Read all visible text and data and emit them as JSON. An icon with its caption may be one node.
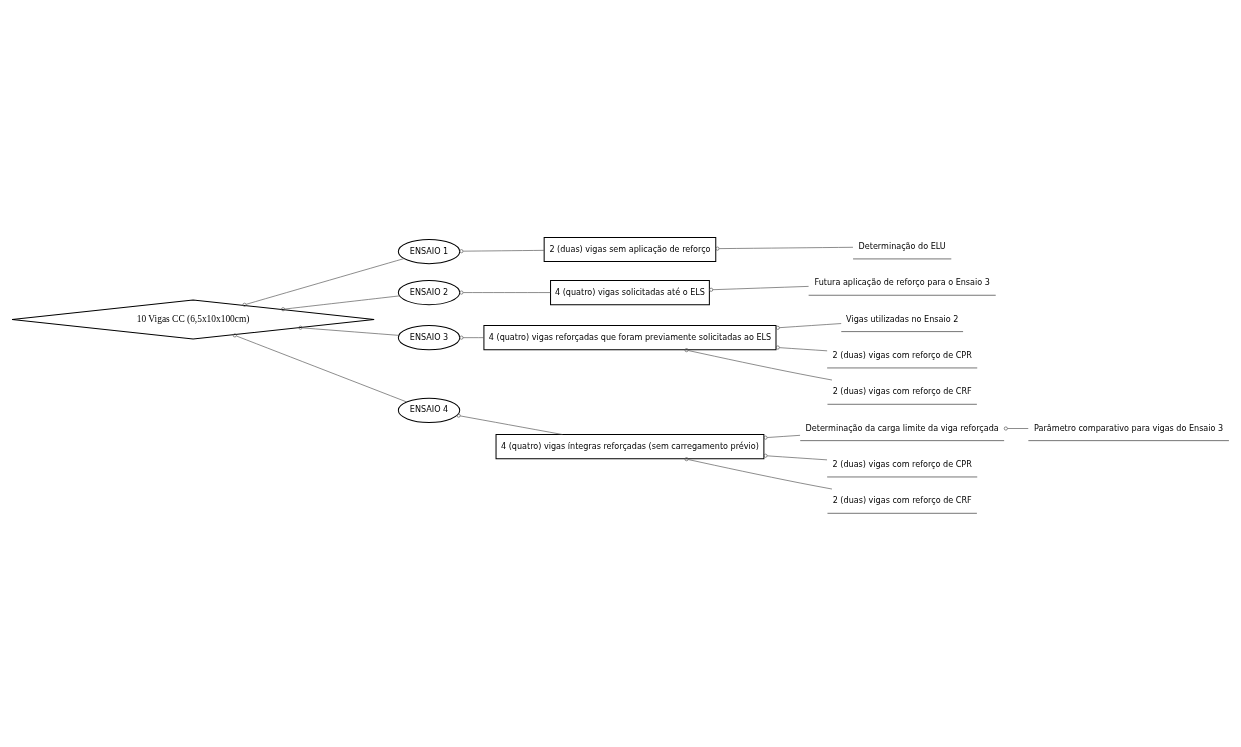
{
  "diagram": {
    "nodes": [
      {
        "text": [
          "10 Vigas CC (6,5x10x100cm)"
        ]
      },
      {
        "text": [
          "ENSAIO 1"
        ]
      },
      {
        "text": [
          "2 (duas) vigas sem aplicação de reforço"
        ]
      },
      {
        "text": [
          "Determinação do ELU"
        ]
      },
      {
        "text": [
          "ENSAIO 2"
        ]
      },
      {
        "text": [
          "4 (quatro) vigas solicitadas até o ELS"
        ]
      },
      {
        "text": [
          "Futura aplicação de reforço para o Ensaio 3"
        ]
      },
      {
        "text": [
          "ENSAIO 3"
        ]
      },
      {
        "text": [
          "4 (quatro) vigas reforçadas que foram previamente solicitadas ao ELS"
        ]
      },
      {
        "text": [
          "Vigas utilizadas no Ensaio 2"
        ]
      },
      {
        "text": [
          "2 (duas) vigas com reforço de CPR"
        ]
      },
      {
        "text": [
          "2 (duas) vigas com reforço de CRF"
        ]
      },
      {
        "text": [
          "ENSAIO 4"
        ]
      },
      {
        "text": [
          "4 (quatro) vigas íntegras reforçadas (sem carregamento prévio)"
        ]
      },
      {
        "text": [
          "Determinação da carga limite da viga reforçada"
        ]
      },
      {
        "text": [
          "Parâmetro comparativo para vigas do Ensaio 3"
        ]
      },
      {
        "text": [
          "2 (duas) vigas com reforço de CPR"
        ]
      },
      {
        "text": [
          "2 (duas) vigas com reforço de CRF"
        ]
      }
    ],
    "edges": [
      {
        "from": 0,
        "to": 1,
        "arrow": "other"
      },
      {
        "from": 0,
        "to": 4,
        "arrow": "other"
      },
      {
        "from": 0,
        "to": 7,
        "arrow": "other"
      },
      {
        "from": 0,
        "to": 12,
        "arrow": "other"
      },
      {
        "from": 1,
        "to": 2,
        "arrow": "other"
      },
      {
        "from": 2,
        "to": 3,
        "arrow": "other"
      },
      {
        "from": 4,
        "to": 5,
        "arrow": "other"
      },
      {
        "from": 5,
        "to": 6,
        "arrow": "other"
      },
      {
        "from": 7,
        "to": 8,
        "arrow": "other"
      },
      {
        "from": 8,
        "to": 9,
        "arrow": "other"
      },
      {
        "from": 8,
        "to": 10,
        "arrow": "other"
      },
      {
        "from": 8,
        "to": 11,
        "arrow": "other"
      },
      {
        "from": 12,
        "to": 13,
        "arrow": "other"
      },
      {
        "from": 13,
        "to": 14,
        "arrow": "other"
      },
      {
        "from": 14,
        "to": 15,
        "arrow": "other"
      },
      {
        "from": 13,
        "to": 16,
        "arrow": "other"
      },
      {
        "from": 13,
        "to": 17,
        "arrow": "other"
      }
    ]
  }
}
